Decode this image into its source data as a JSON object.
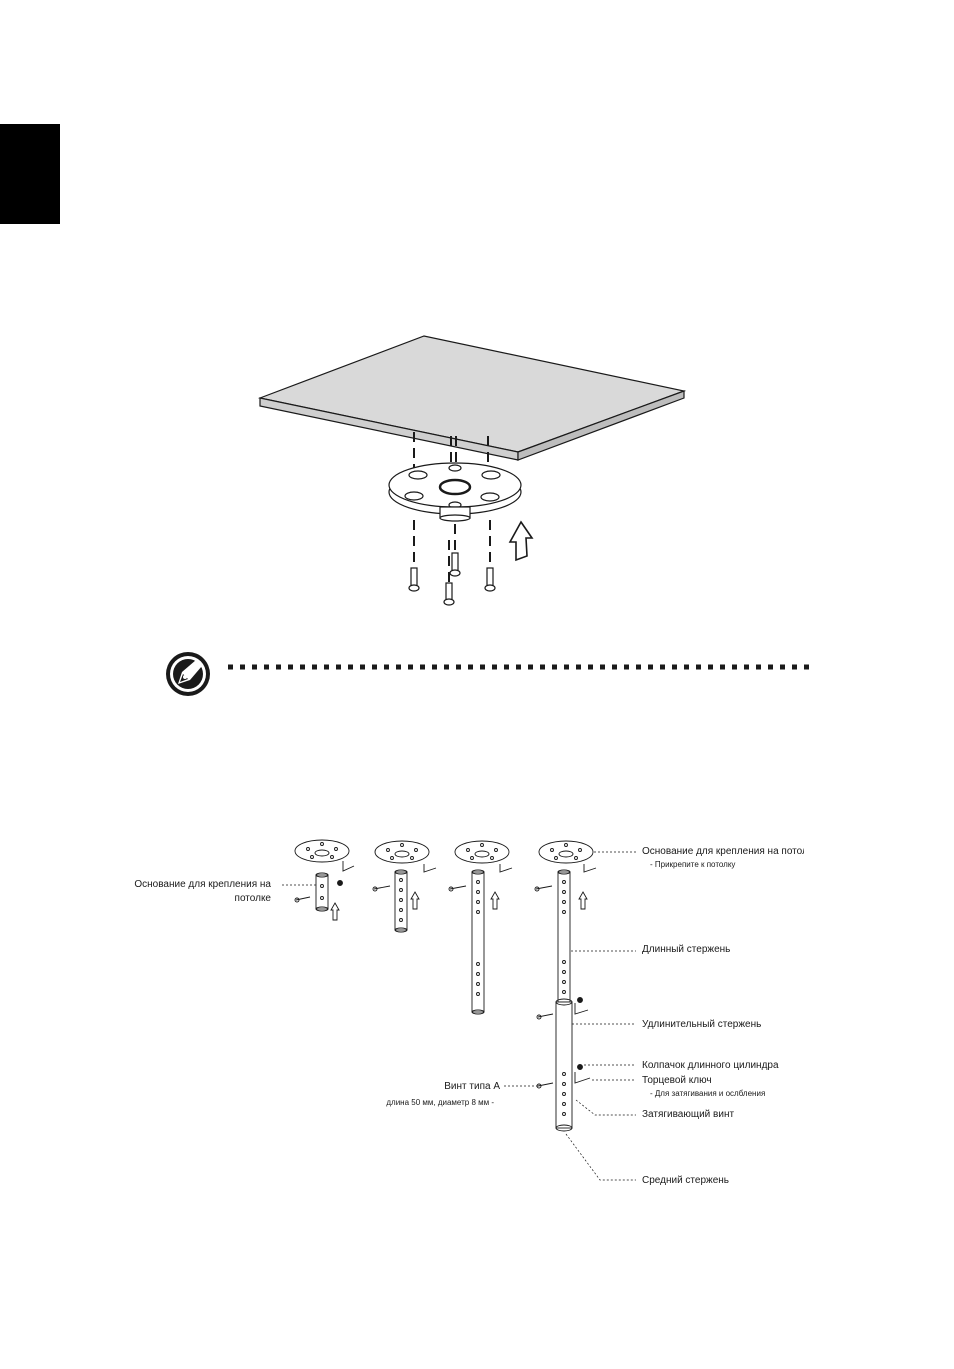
{
  "page": {
    "side_tab_color": "#000000"
  },
  "labels": {
    "left_base_line1": "Основание для крепления на",
    "left_base_line2": "потолке",
    "right_base": "Основание для крепления на потол",
    "right_base_sub": "- Прикрепите к потолку",
    "long_rod": "Длинный стержень",
    "extension_rod": "Удлинительный стержень",
    "cylinder_cap": "Колпачок длинного цилиндра",
    "wrench": "Торцевой ключ",
    "wrench_sub": "- Для затягивания и ослбления",
    "tightening_screw": "Затягивающий винт",
    "middle_rod": "Средний стержень",
    "screw_type": "Винт типа A",
    "screw_spec": "длина 50 мм, диаметр 8 мм -"
  },
  "icons": {
    "note": "note-pencil-icon",
    "up_arrow": "up-arrow-icon"
  }
}
